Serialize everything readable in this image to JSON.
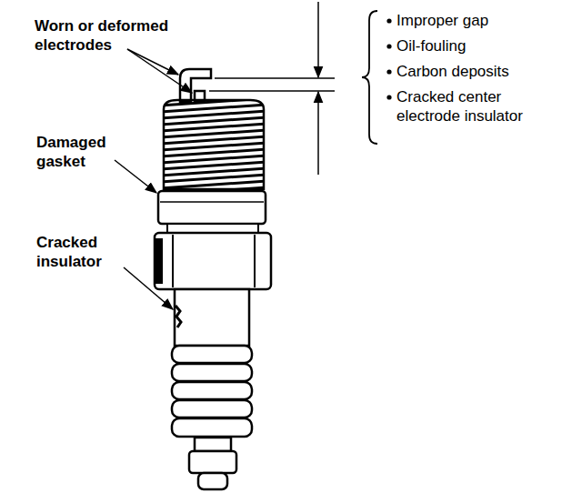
{
  "diagram": {
    "labels": [
      "Worn or deformed electrodes",
      "Damaged gasket",
      "Cracked insulator",
      "Improper gap",
      "Oil-fouling",
      "Carbon deposits",
      "Cracked center electrode insulator"
    ]
  }
}
